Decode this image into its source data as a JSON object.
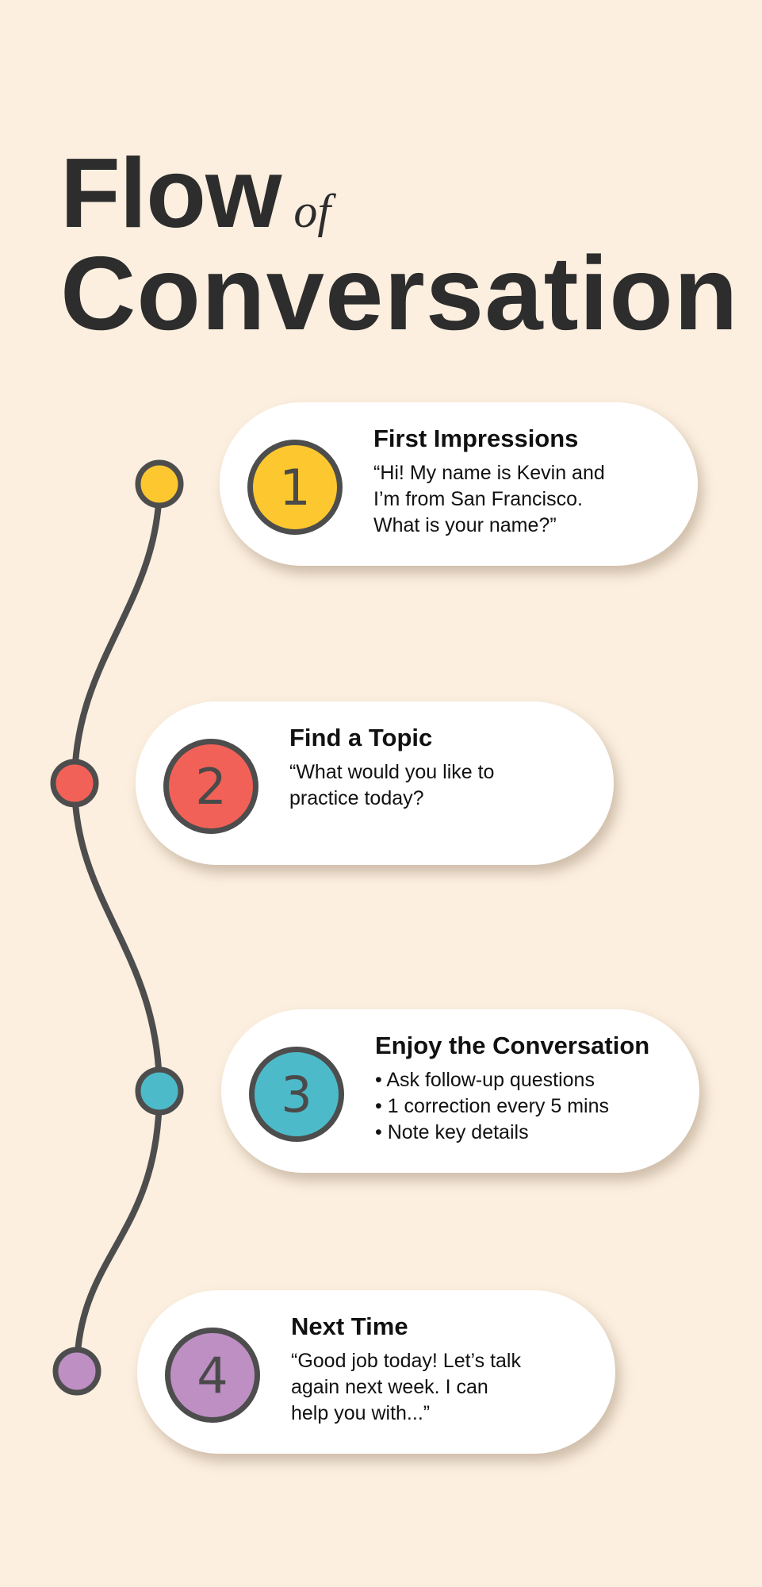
{
  "title": {
    "line1": "Flow",
    "connector": "of",
    "line2": "Conversation"
  },
  "colors": {
    "background": "#fcefdf",
    "line": "#4d4d4d",
    "step1": "#fdc72f",
    "step2": "#f26157",
    "step3": "#4dbac9",
    "step4": "#bd8fc3"
  },
  "steps": [
    {
      "number": "1",
      "title": "First Impressions",
      "lines": [
        "“Hi! My name is Kevin and",
        "I’m from San Francisco.",
        "What is your name?”"
      ]
    },
    {
      "number": "2",
      "title": "Find a Topic",
      "lines": [
        "“What would you like to",
        "practice today?"
      ]
    },
    {
      "number": "3",
      "title": "Enjoy the Conversation",
      "lines": [
        "• Ask follow-up questions",
        "• 1 correction every 5 mins",
        "• Note key details"
      ]
    },
    {
      "number": "4",
      "title": "Next Time",
      "lines": [
        "“Good job today! Let’s talk",
        "again next week. I can",
        "help you with...”"
      ]
    }
  ]
}
